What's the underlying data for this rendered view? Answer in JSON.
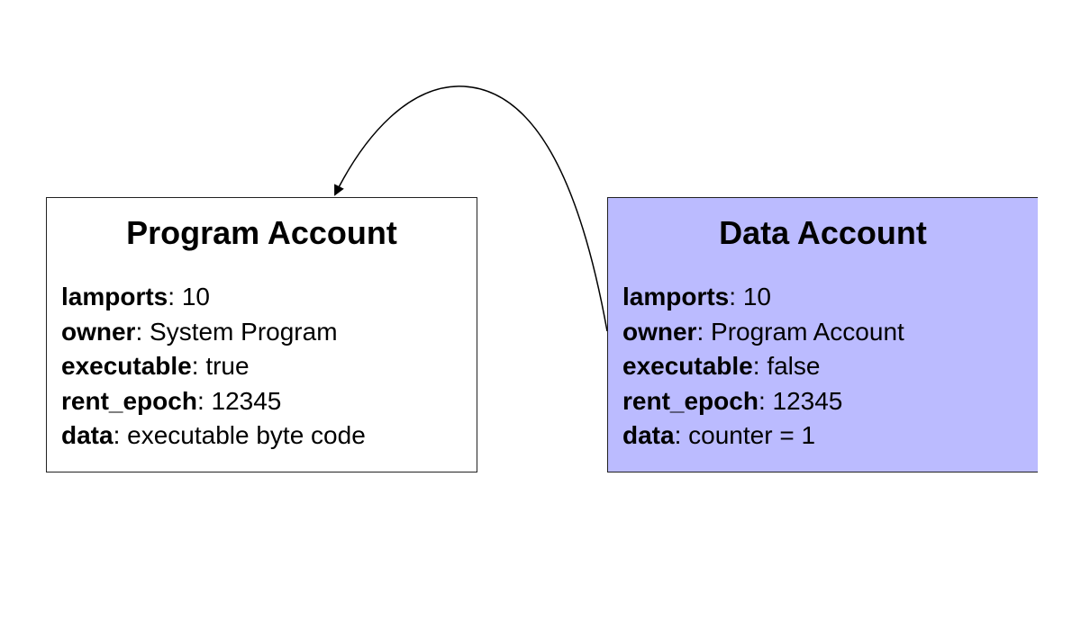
{
  "accent_color": "#bbbbff",
  "program_account": {
    "title": "Program Account",
    "fields": [
      {
        "key": "lamports",
        "sep": ": ",
        "value": "10"
      },
      {
        "key": "owner",
        "sep": ": ",
        "value": "System Program"
      },
      {
        "key": "executable",
        "sep": ": ",
        "value": "true"
      },
      {
        "key": "rent_epoch",
        "sep": ": ",
        "value": "12345"
      },
      {
        "key": "data",
        "sep": ": ",
        "value": "executable byte code"
      }
    ]
  },
  "data_account": {
    "title": "Data Account",
    "fields": [
      {
        "key": "lamports",
        "sep": ": ",
        "value": "10"
      },
      {
        "key": "owner",
        "sep": ": ",
        "value": "Program Account"
      },
      {
        "key": "executable",
        "sep": ": ",
        "value": "false"
      },
      {
        "key": "rent_epoch",
        "sep": ": ",
        "value": "12345"
      },
      {
        "key": "data",
        "sep": ": ",
        "value": "counter = 1"
      }
    ]
  }
}
